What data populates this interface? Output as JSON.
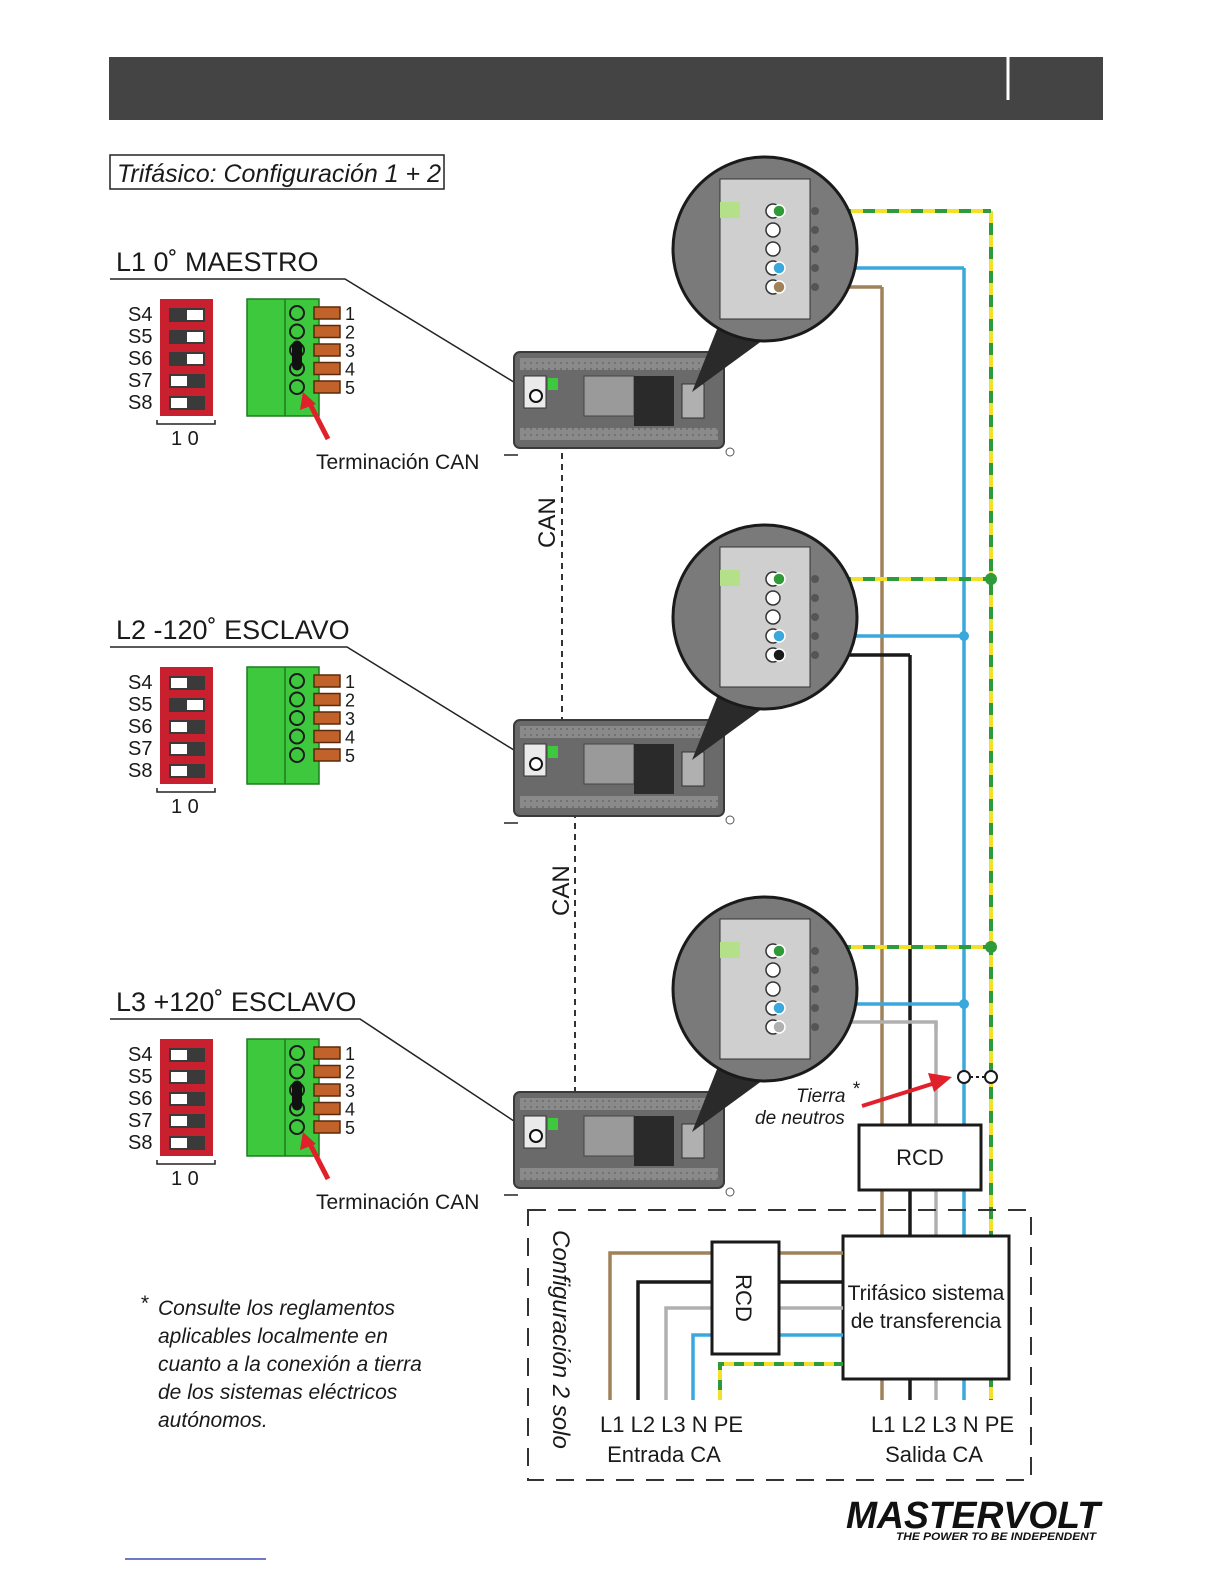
{
  "section_title": "Trifásico: Configuración 1 + 2",
  "units": [
    {
      "heading": "L1 0˚ MAESTRO",
      "switch_states": [
        "0",
        "0",
        "0",
        "1",
        "1"
      ],
      "termination_pin": 4,
      "show_termination": true
    },
    {
      "heading": "L2 -120˚ ESCLAVO",
      "switch_states": [
        "1",
        "0",
        "1",
        "1",
        "1"
      ],
      "termination_pin": 0,
      "show_termination": false
    },
    {
      "heading": "L3 +120˚ ESCLAVO",
      "switch_states": [
        "1",
        "1",
        "1",
        "1",
        "1"
      ],
      "termination_pin": 4,
      "show_termination": true
    }
  ],
  "switch_labels": [
    "S4",
    "S5",
    "S6",
    "S7",
    "S8"
  ],
  "switch_scale": "1 0",
  "terminal_numbers": [
    "1",
    "2",
    "3",
    "4",
    "5"
  ],
  "termination_label": "Terminación CAN",
  "can_label": "CAN",
  "neutral_ground_label": [
    "Tierra",
    "de neutros"
  ],
  "asterisk": "*",
  "rcd_label": "RCD",
  "config2_label": "Configuración 2 solo",
  "transfer_system_label": [
    "Trifásico sistema",
    "de transferencia"
  ],
  "input_terminals": "L1 L2 L3 N PE",
  "input_label": "Entrada CA",
  "output_terminals": "L1 L2 L3 N PE",
  "output_label": "Salida CA",
  "footnote": [
    "Consulte los reglamentos",
    "aplicables localmente en",
    "cuanto a la conexión a tierra",
    "de los sistemas eléctricos",
    "autónomos."
  ],
  "brand": {
    "name": "MASTERVOLT",
    "tagline": "THE POWER TO BE INDEPENDENT"
  },
  "colors": {
    "header_bar": "#444444",
    "brown": "#a0825a",
    "blue": "#3aa8dc",
    "black": "#1a1a1a",
    "grey": "#b0b0b0",
    "green_yellow_a": "#2f9a3a",
    "green_yellow_b": "#f2e02a",
    "dip_red": "#c8202e",
    "connector_green": "#3dc83d",
    "arrow_red": "#e0202a"
  }
}
